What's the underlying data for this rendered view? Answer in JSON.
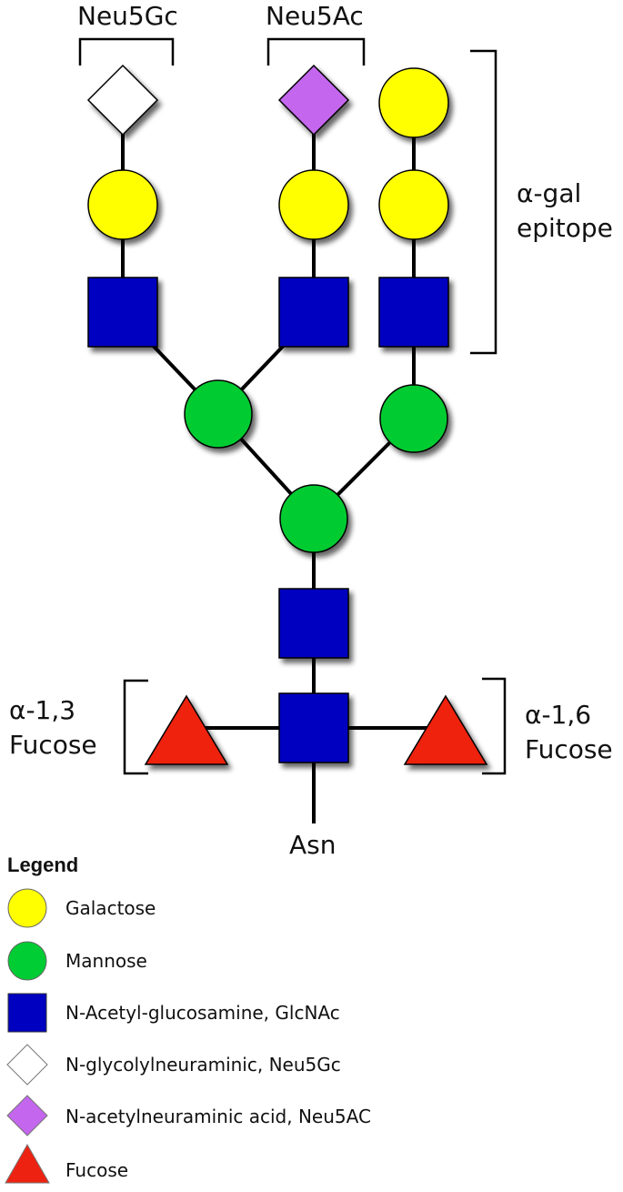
{
  "labels": {
    "neu5gc": "Neu5Gc",
    "neu5ac": "Neu5Ac",
    "alpha_gal_line1": "α-gal",
    "alpha_gal_line2": "epitope",
    "alpha13_line1": "α-1,3",
    "alpha13_line2": "Fucose",
    "alpha16_line1": "α-1,6",
    "alpha16_line2": "Fucose",
    "asn": "Asn"
  },
  "legend": {
    "title": "Legend",
    "items": [
      {
        "label": "Galactose",
        "shape": "circle",
        "color": "#ffff00"
      },
      {
        "label": "Mannose",
        "shape": "circle",
        "color": "#00cc33"
      },
      {
        "label": "N-Acetyl-glucosamine, GlcNAc",
        "shape": "square",
        "color": "#0000c0"
      },
      {
        "label": "N-glycolylneuraminic, Neu5Gc",
        "shape": "diamond",
        "color": "#ffffff"
      },
      {
        "label": "N-acetylneuraminic acid, Neu5AC",
        "shape": "diamond",
        "color": "#c466ee"
      },
      {
        "label": "Fucose",
        "shape": "triangle",
        "color": "#ee2211"
      }
    ]
  },
  "colors": {
    "galactose": "#ffff00",
    "mannose": "#00cc33",
    "glcnac": "#0000c0",
    "neu5gc": "#ffffff",
    "neu5ac": "#c466ee",
    "fucose": "#ee2211"
  }
}
